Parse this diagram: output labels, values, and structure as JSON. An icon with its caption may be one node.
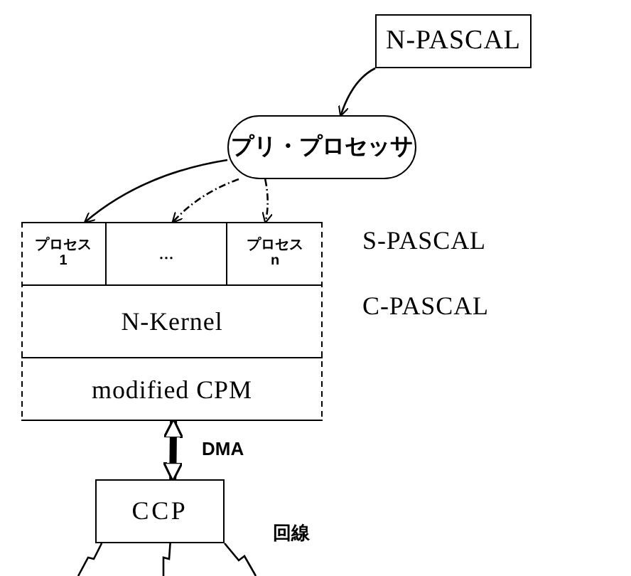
{
  "diagram": {
    "nodes": [
      {
        "text": [
          "N-PASCAL"
        ]
      },
      {
        "text": [
          "プリ・プロセッサ"
        ]
      },
      {
        "text": [],
        "shape": "box"
      },
      {
        "text": [
          "プロセス",
          "1"
        ],
        "in": 2
      },
      {
        "text": [
          "..."
        ],
        "in": 2
      },
      {
        "text": [
          "プロセス",
          "n"
        ],
        "in": 2
      },
      {
        "text": [
          "N-Kernel"
        ],
        "in": 2
      },
      {
        "text": [
          "modified CPM"
        ],
        "in": 2
      },
      {
        "text": [
          "CCP"
        ]
      }
    ],
    "edges": [
      {
        "from": 0,
        "to": 1,
        "arrow": "to"
      },
      {
        "from": 1,
        "to": 3,
        "arrow": "to"
      },
      {
        "from": 1,
        "to": 4,
        "arrow": "to",
        "style": "dashed"
      },
      {
        "from": 1,
        "to": 5,
        "arrow": "to",
        "style": "dashed"
      },
      {
        "from": 7,
        "to": 8,
        "arrow": "both",
        "style": "thick",
        "label": "DMA"
      },
      {
        "from": 8,
        "to": null,
        "arrow": "none"
      },
      {
        "from": 8,
        "to": null,
        "arrow": "none"
      },
      {
        "from": 8,
        "to": null,
        "arrow": "none"
      }
    ],
    "labels": [
      "S-PASCAL",
      "C-PASCAL",
      "回線"
    ]
  }
}
